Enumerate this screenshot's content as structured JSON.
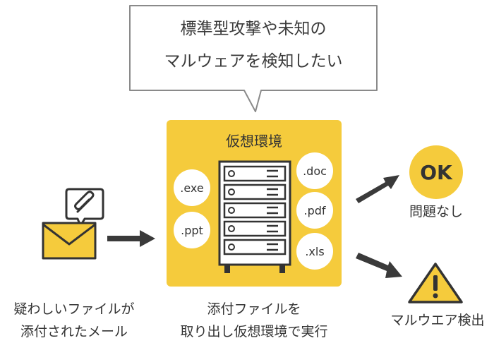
{
  "callout": {
    "line1": "標準型攻撃や未知の",
    "line2": "マルウェアを検知したい"
  },
  "sandbox": {
    "title": "仮想環境",
    "file_types": [
      ".exe",
      ".doc",
      ".pdf",
      ".ppt",
      ".xls"
    ]
  },
  "labels": {
    "email_line1": "疑わしいファイルが",
    "email_line2": "添付されたメール",
    "sandbox_line1": "添付ファイルを",
    "sandbox_line2": "取り出し仮想環境で実行",
    "ok_caption": "問題なし",
    "malware_caption": "マルウエア検出"
  },
  "ok_text": "OK",
  "colors": {
    "yellow": "#f5cb3c",
    "dark": "#3a3a3a",
    "border": "#8a8a8a"
  }
}
